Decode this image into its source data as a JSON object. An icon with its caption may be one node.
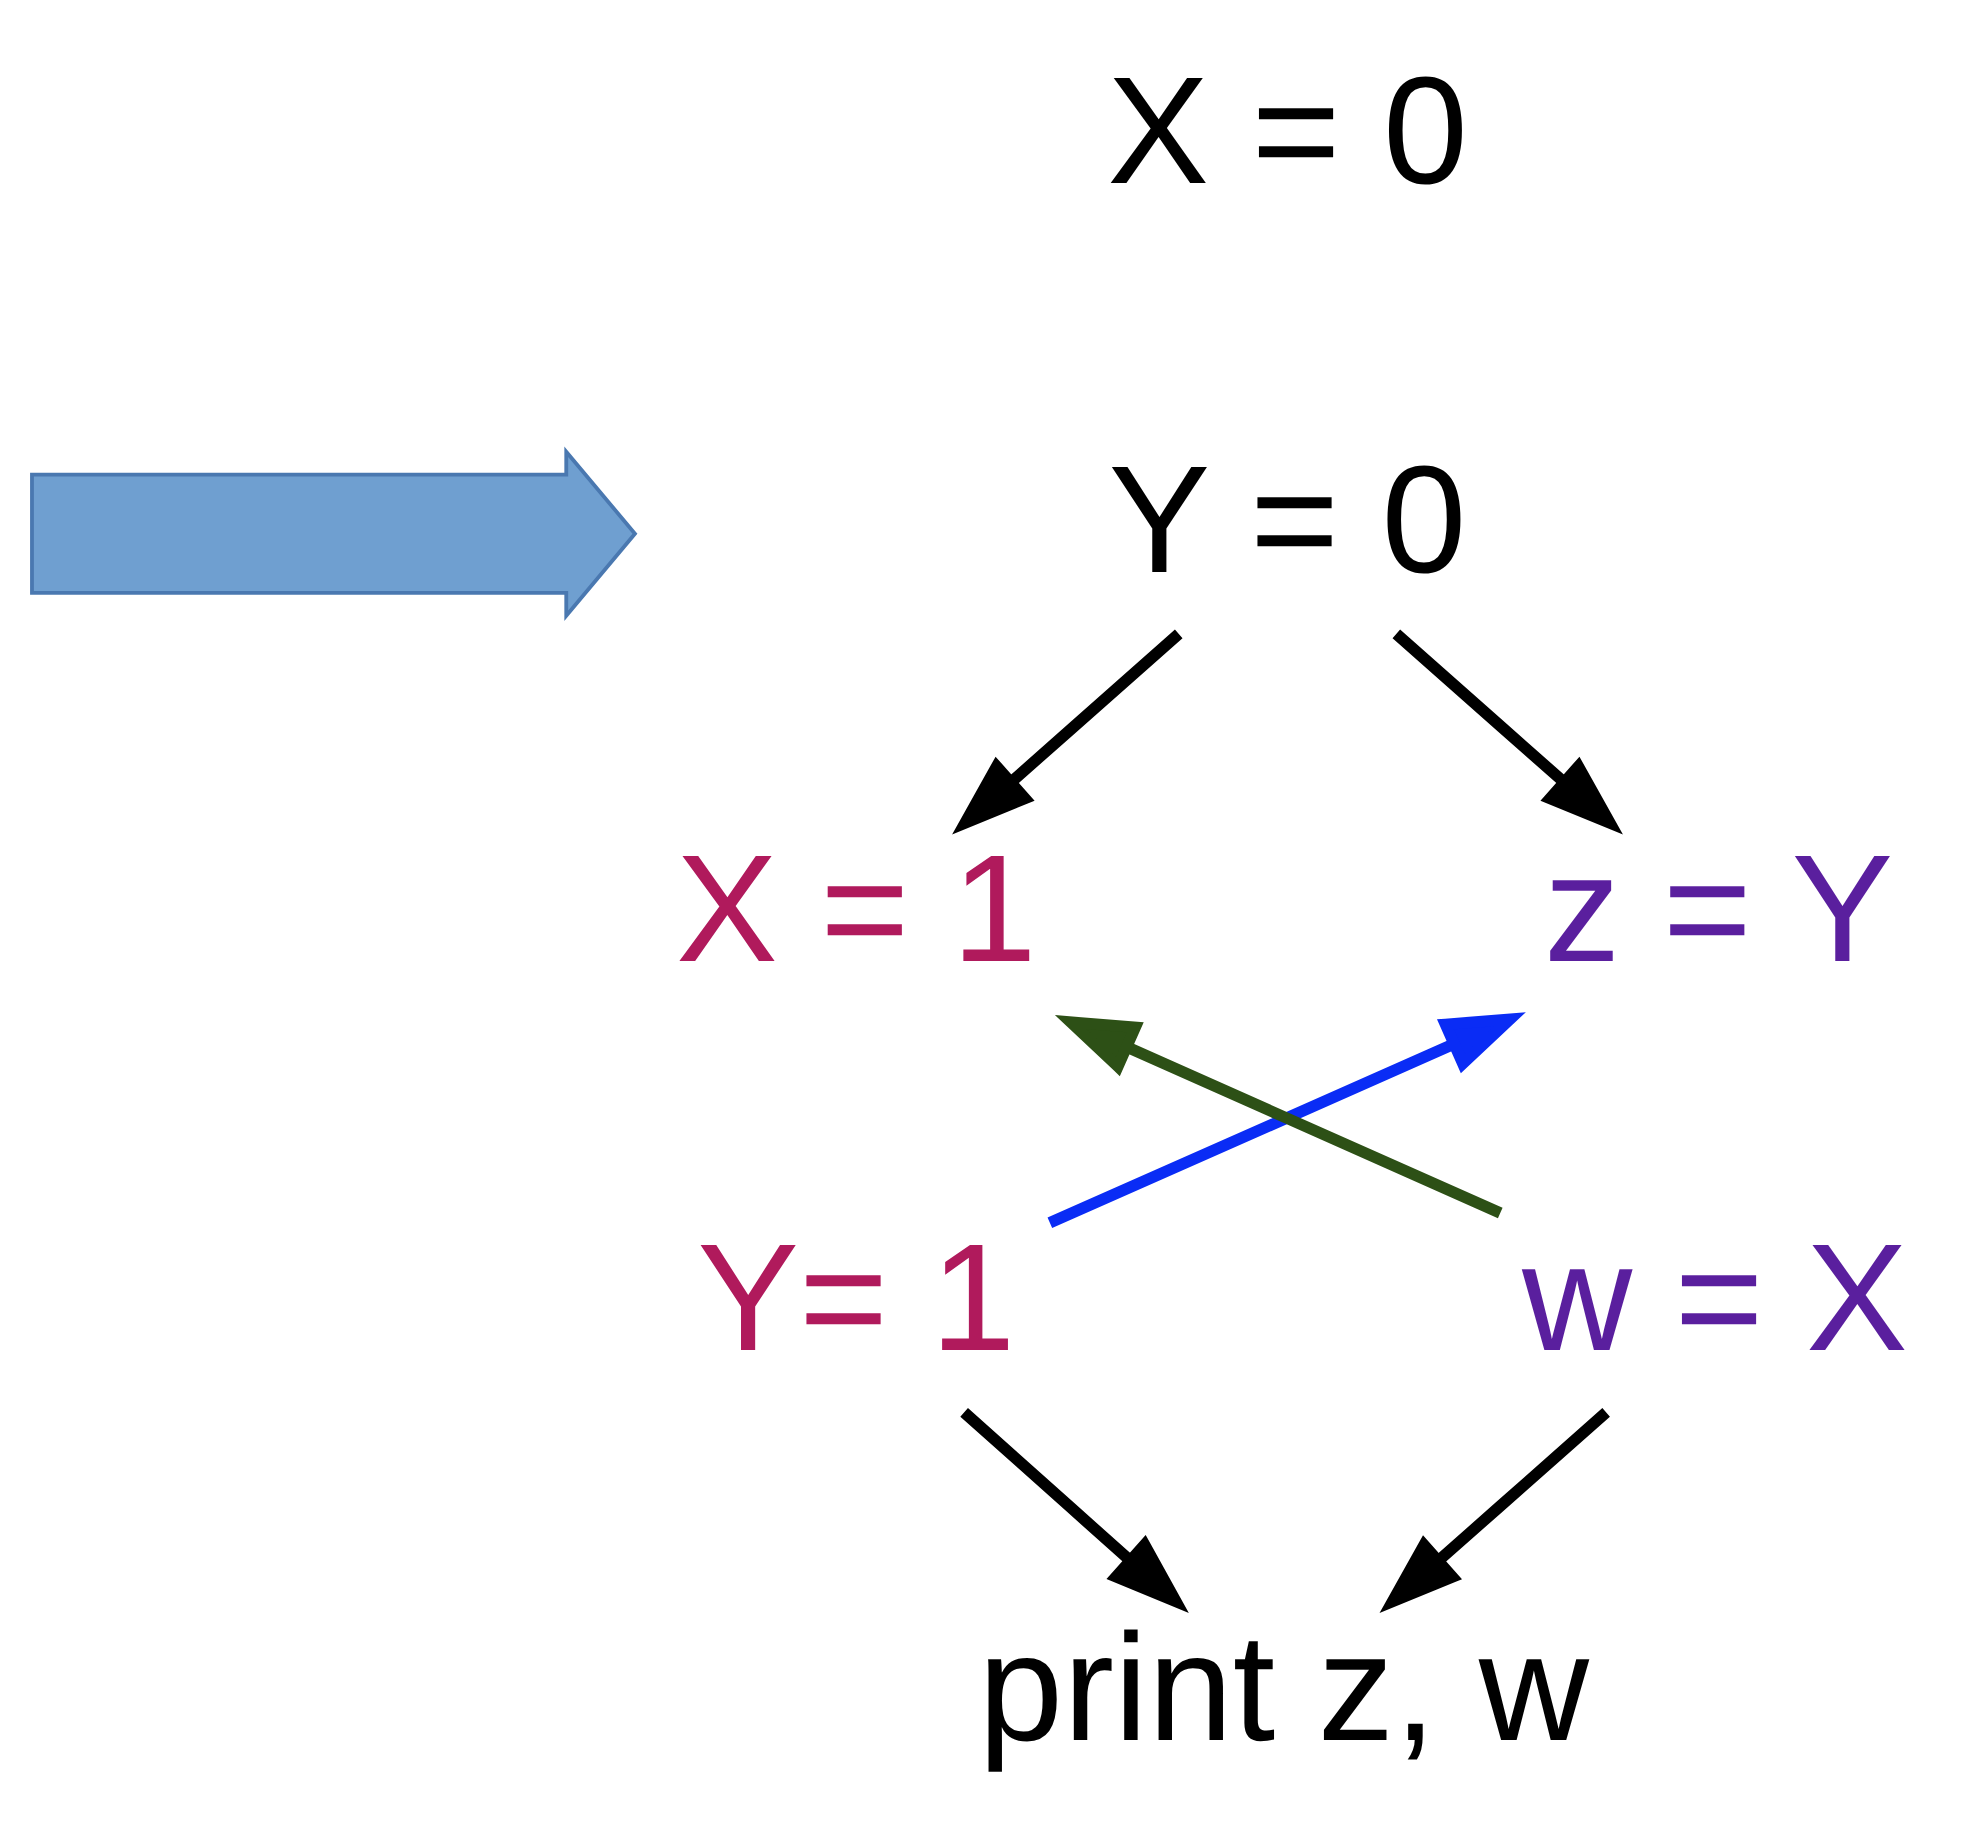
{
  "diagram": {
    "nodes": [
      {
        "text": [
          "X = 0"
        ]
      },
      {
        "text": [
          "Y = 0"
        ]
      },
      {
        "text": [
          "X = 1"
        ]
      },
      {
        "text": [
          "z = Y"
        ]
      },
      {
        "text": [
          "Y= 1"
        ]
      },
      {
        "text": [
          "w = X"
        ]
      },
      {
        "text": [
          "print z, w"
        ]
      },
      {
        "text": [],
        "shape": "arrow"
      }
    ],
    "edges": [
      {
        "from": 1,
        "to": 2,
        "arrow": "to"
      },
      {
        "from": 1,
        "to": 3,
        "arrow": "to"
      },
      {
        "from": 4,
        "to": 3,
        "arrow": "to",
        "color": "#0a2cf5"
      },
      {
        "from": 5,
        "to": 2,
        "arrow": "to",
        "color": "#2d5016"
      },
      {
        "from": 4,
        "to": 6,
        "arrow": "to"
      },
      {
        "from": 5,
        "to": 6,
        "arrow": "to"
      }
    ]
  }
}
